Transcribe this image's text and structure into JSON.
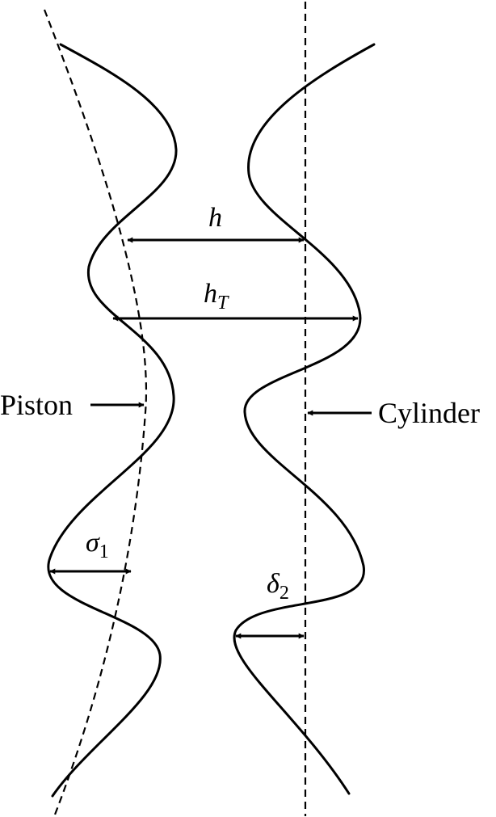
{
  "labels": {
    "h": {
      "symbol": "h",
      "subscript": ""
    },
    "h_t": {
      "symbol": "h",
      "subscript": "T"
    },
    "sigma_1": {
      "symbol": "σ",
      "subscript": "1"
    },
    "delta_2": {
      "symbol": "δ",
      "subscript": "2"
    },
    "piston": "Piston",
    "cylinder": "Cylinder"
  }
}
